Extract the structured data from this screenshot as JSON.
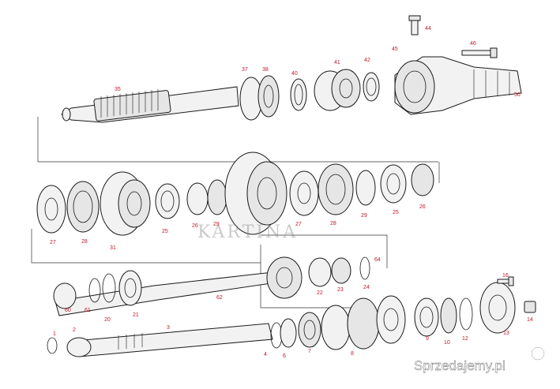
{
  "parts": [
    "1",
    "2",
    "3",
    "4",
    "6",
    "7",
    "8",
    "9",
    "10",
    "12",
    "13",
    "14",
    "16",
    "20",
    "21",
    "22",
    "23",
    "24",
    "25",
    "26",
    "27",
    "28",
    "29",
    "31",
    "35",
    "37",
    "38",
    "40",
    "41",
    "42",
    "44",
    "45",
    "46",
    "50",
    "60",
    "61",
    "62",
    "64"
  ],
  "watermark": "KARTINA",
  "site_logo": "Sprzedajemy.pl"
}
